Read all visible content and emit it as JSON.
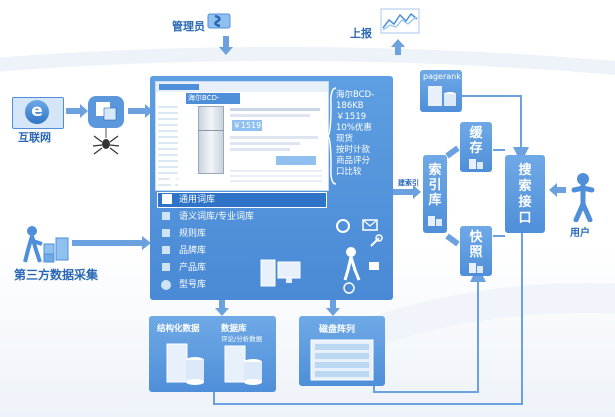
{
  "top": {
    "admin_label": "管理员",
    "report_label": "上报"
  },
  "left": {
    "internet_label": "互联网",
    "third_party_label": "第三方数据采集"
  },
  "product_card": {
    "title": "海尔BCD-186KB",
    "price": "￥1519",
    "discount": "10%优惠",
    "stock": "现货",
    "countdown": "按时计款",
    "rating": "商品评分",
    "compare": "口比较",
    "price_tag": "￥1519"
  },
  "libraries": {
    "items": [
      "通用词库",
      "语义词库/专业词库",
      "规则库",
      "品牌库",
      "产品库",
      "型号库"
    ]
  },
  "storage": {
    "structured_label": "结构化数据",
    "database_label": "数据库",
    "database_sub": "评论/分析数据",
    "disk_label": "磁盘阵列"
  },
  "right": {
    "pagerank_label": "pagerank",
    "cache_label": "缓存",
    "index_label": "索引库",
    "build_index_label": "建索引",
    "snapshot_label": "快照",
    "search_interface_label": "搜索接口",
    "user_label": "用户"
  },
  "colors": {
    "primary": "#4f8fd9",
    "dark": "#2a68b5",
    "light": "#8fc0ef",
    "arrow": "#6aa1de"
  }
}
